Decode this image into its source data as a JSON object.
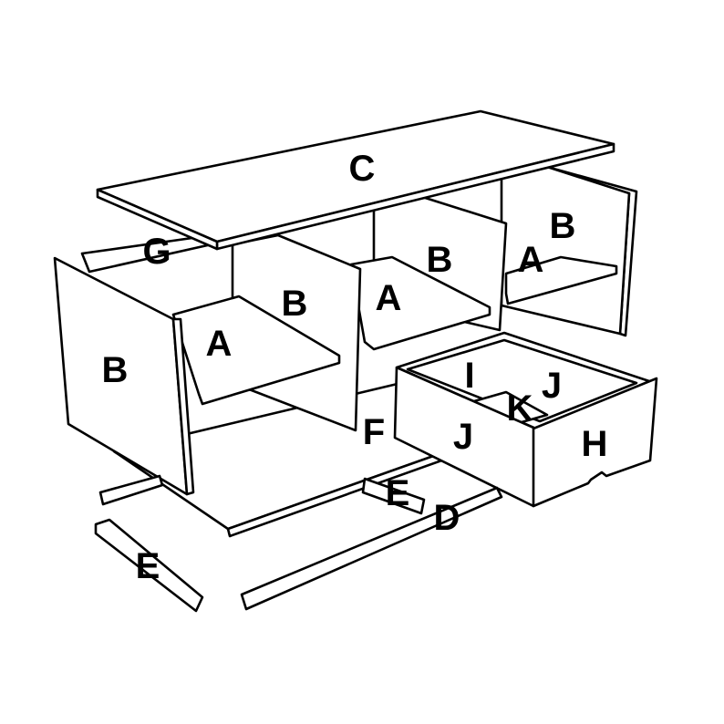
{
  "diagram": {
    "type": "exploded furniture assembly drawing",
    "line_color": "#000000",
    "background": "#ffffff",
    "labels": [
      {
        "id": "C",
        "text": "C"
      },
      {
        "id": "G",
        "text": "G"
      },
      {
        "id": "B-right",
        "text": "B"
      },
      {
        "id": "A-right",
        "text": "A"
      },
      {
        "id": "B-mid-right",
        "text": "B"
      },
      {
        "id": "B-mid-left",
        "text": "B"
      },
      {
        "id": "A-mid",
        "text": "A"
      },
      {
        "id": "A-left",
        "text": "A"
      },
      {
        "id": "B-left",
        "text": "B"
      },
      {
        "id": "I",
        "text": "I"
      },
      {
        "id": "J-back",
        "text": "J"
      },
      {
        "id": "K",
        "text": "K"
      },
      {
        "id": "F",
        "text": "F"
      },
      {
        "id": "J-side",
        "text": "J"
      },
      {
        "id": "H",
        "text": "H"
      },
      {
        "id": "E-mid",
        "text": "E"
      },
      {
        "id": "D",
        "text": "D"
      },
      {
        "id": "E-left",
        "text": "E"
      }
    ]
  }
}
